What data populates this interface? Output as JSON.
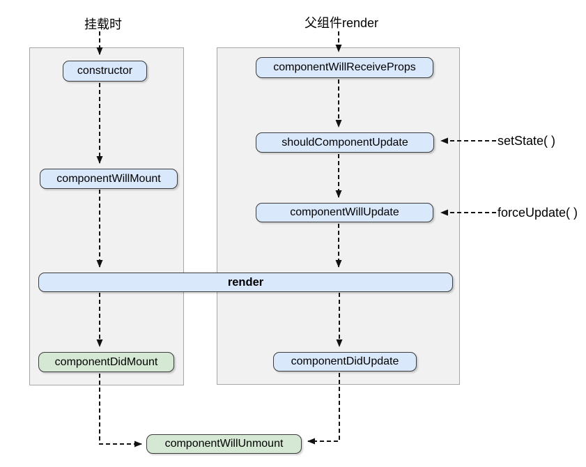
{
  "diagram": {
    "kind": "react-lifecycle-flowchart",
    "triggers": {
      "mount": "挂载时",
      "parent_render": "父组件render",
      "set_state": "setState( )",
      "force_update": "forceUpdate( )"
    },
    "nodes": {
      "constructor": "constructor",
      "component_will_mount": "componentWillMount",
      "component_will_receive_props": "componentWillReceiveProps",
      "should_component_update": "shouldComponentUpdate",
      "component_will_update": "componentWillUpdate",
      "render": "render",
      "component_did_mount": "componentDidMount",
      "component_did_update": "componentDidUpdate",
      "component_will_unmount": "componentWillUnmount"
    },
    "colors": {
      "lifecycle_node_fill": "#dae8fc",
      "did_node_fill": "#d5e8d4",
      "node_border": "#3b3b3b",
      "panel_fill": "#f1f1f1",
      "panel_border": "#a6a6a6",
      "arrow": "#111111",
      "text": "#000000"
    }
  }
}
